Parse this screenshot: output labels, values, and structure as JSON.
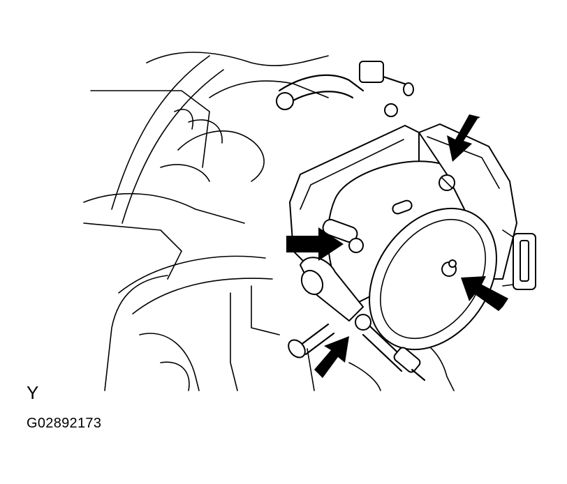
{
  "figure": {
    "view_letter": "Y",
    "figure_code": "G02892173",
    "callout_arrows": 4,
    "ink_color": "#000000",
    "background_color": "#ffffff"
  }
}
